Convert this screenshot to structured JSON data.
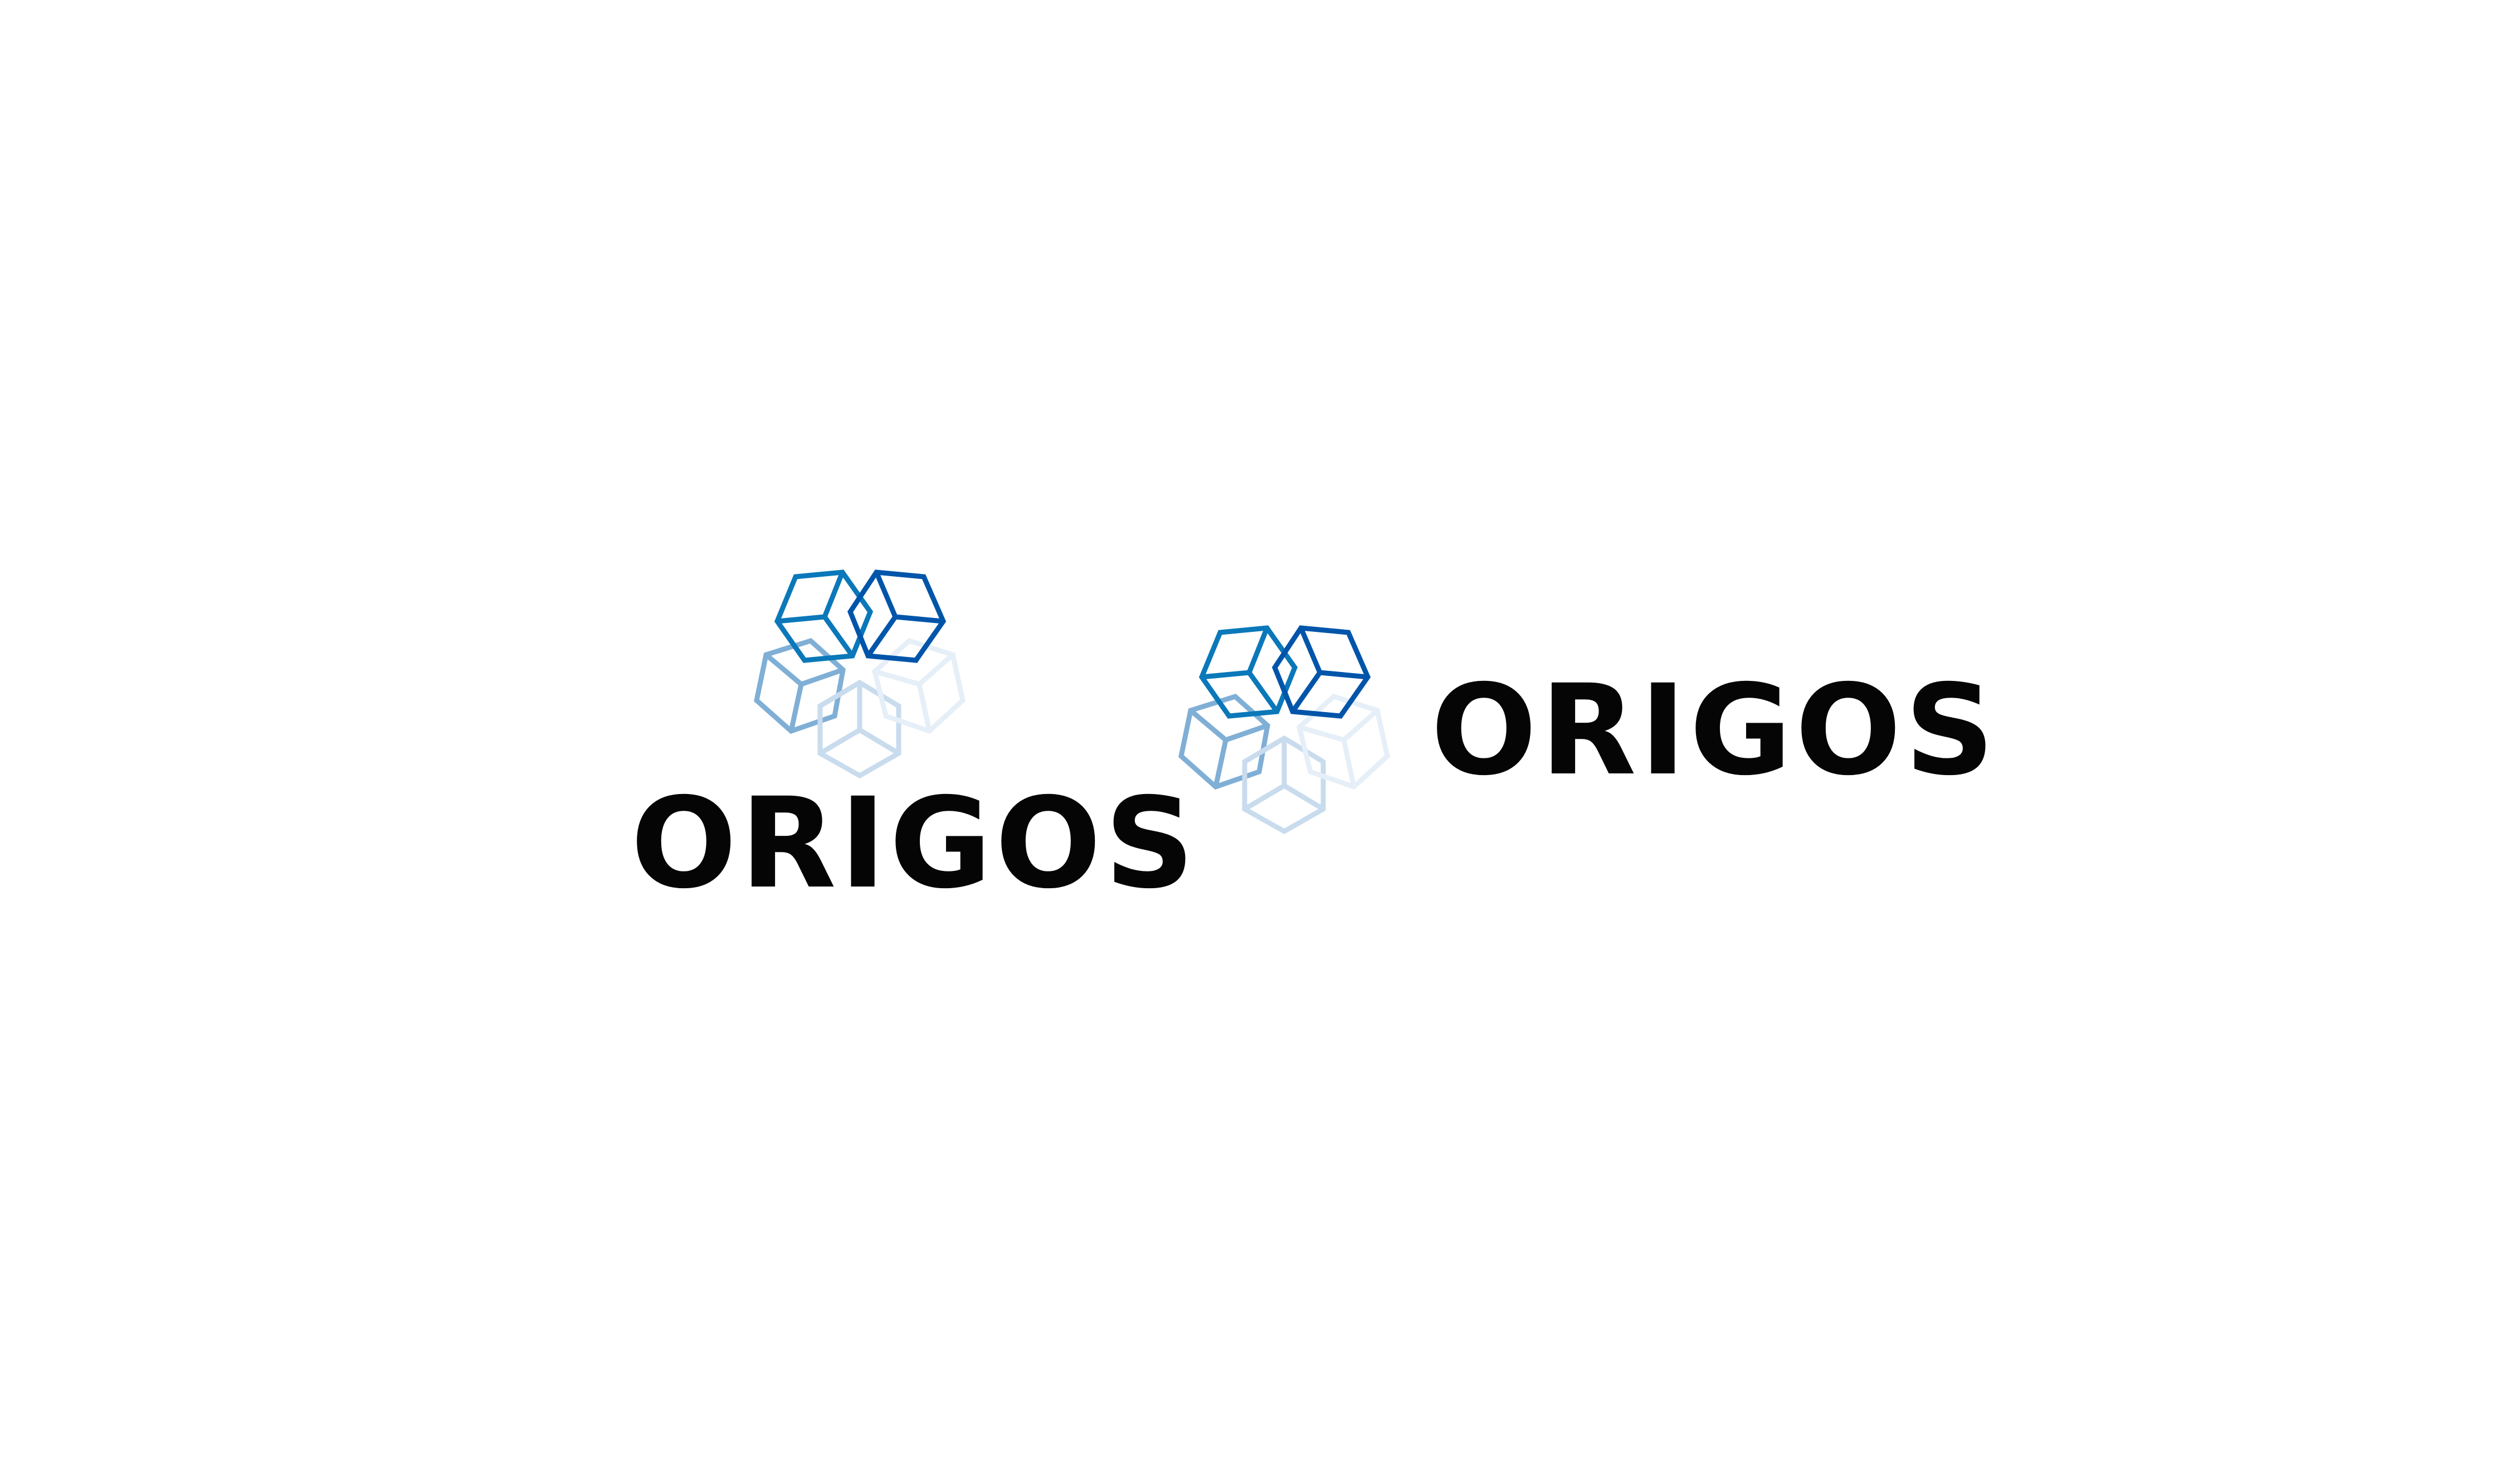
{
  "logos": [
    {
      "layout": "stacked",
      "wordmark": "ORIGOS"
    },
    {
      "layout": "horizontal",
      "wordmark": "ORIGOS"
    }
  ],
  "icon": "cubes-cluster-icon",
  "colors": {
    "cube_top_left": "#0a78b9",
    "cube_top_right": "#0055aa",
    "cube_bottom_left": "#80afd6",
    "cube_bottom_center": "#c9dcee",
    "cube_bottom_right": "#e6eff8",
    "wordmark": "#050505",
    "background": "#ffffff"
  }
}
